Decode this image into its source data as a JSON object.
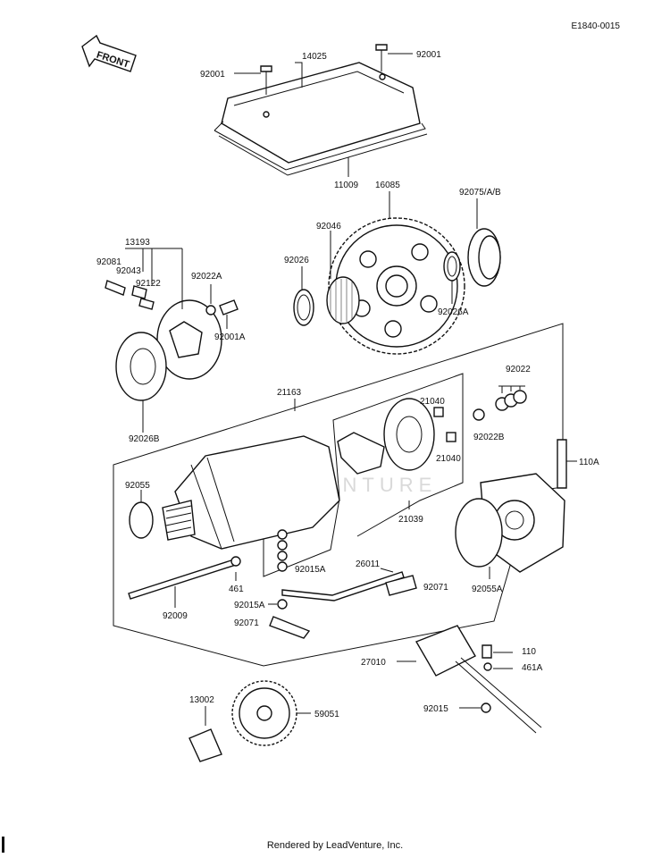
{
  "doc_id": "E1840-0015",
  "front_label": "FRONT",
  "watermark": "LEADVENTURE",
  "footer": "Rendered by LeadVenture, Inc.",
  "callouts": {
    "c14025": "14025",
    "c92001_left": "92001",
    "c92001_right": "92001",
    "c11009": "11009",
    "c16085": "16085",
    "c92075": "92075/A/B",
    "c13193": "13193",
    "c92081": "92081",
    "c92043": "92043",
    "c92122": "92122",
    "c92022A": "92022A",
    "c92001A": "92001A",
    "c92026": "92026",
    "c92046": "92046",
    "c92026A": "92026A",
    "c92026B": "92026B",
    "c21163": "21163",
    "c92022": "92022",
    "c21040_top": "21040",
    "c92022B": "92022B",
    "c21040_bot": "21040",
    "c110A": "110A",
    "c92055": "92055",
    "c21039": "21039",
    "c92055A": "92055A",
    "c92015A_a": "92015A",
    "c26011": "26011",
    "c92071_a": "92071",
    "c461": "461",
    "c92015A_b": "92015A",
    "c92009": "92009",
    "c92071_b": "92071",
    "c27010": "27010",
    "c110": "110",
    "c461A": "461A",
    "c13002": "13002",
    "c59051": "59051",
    "c92015": "92015"
  }
}
